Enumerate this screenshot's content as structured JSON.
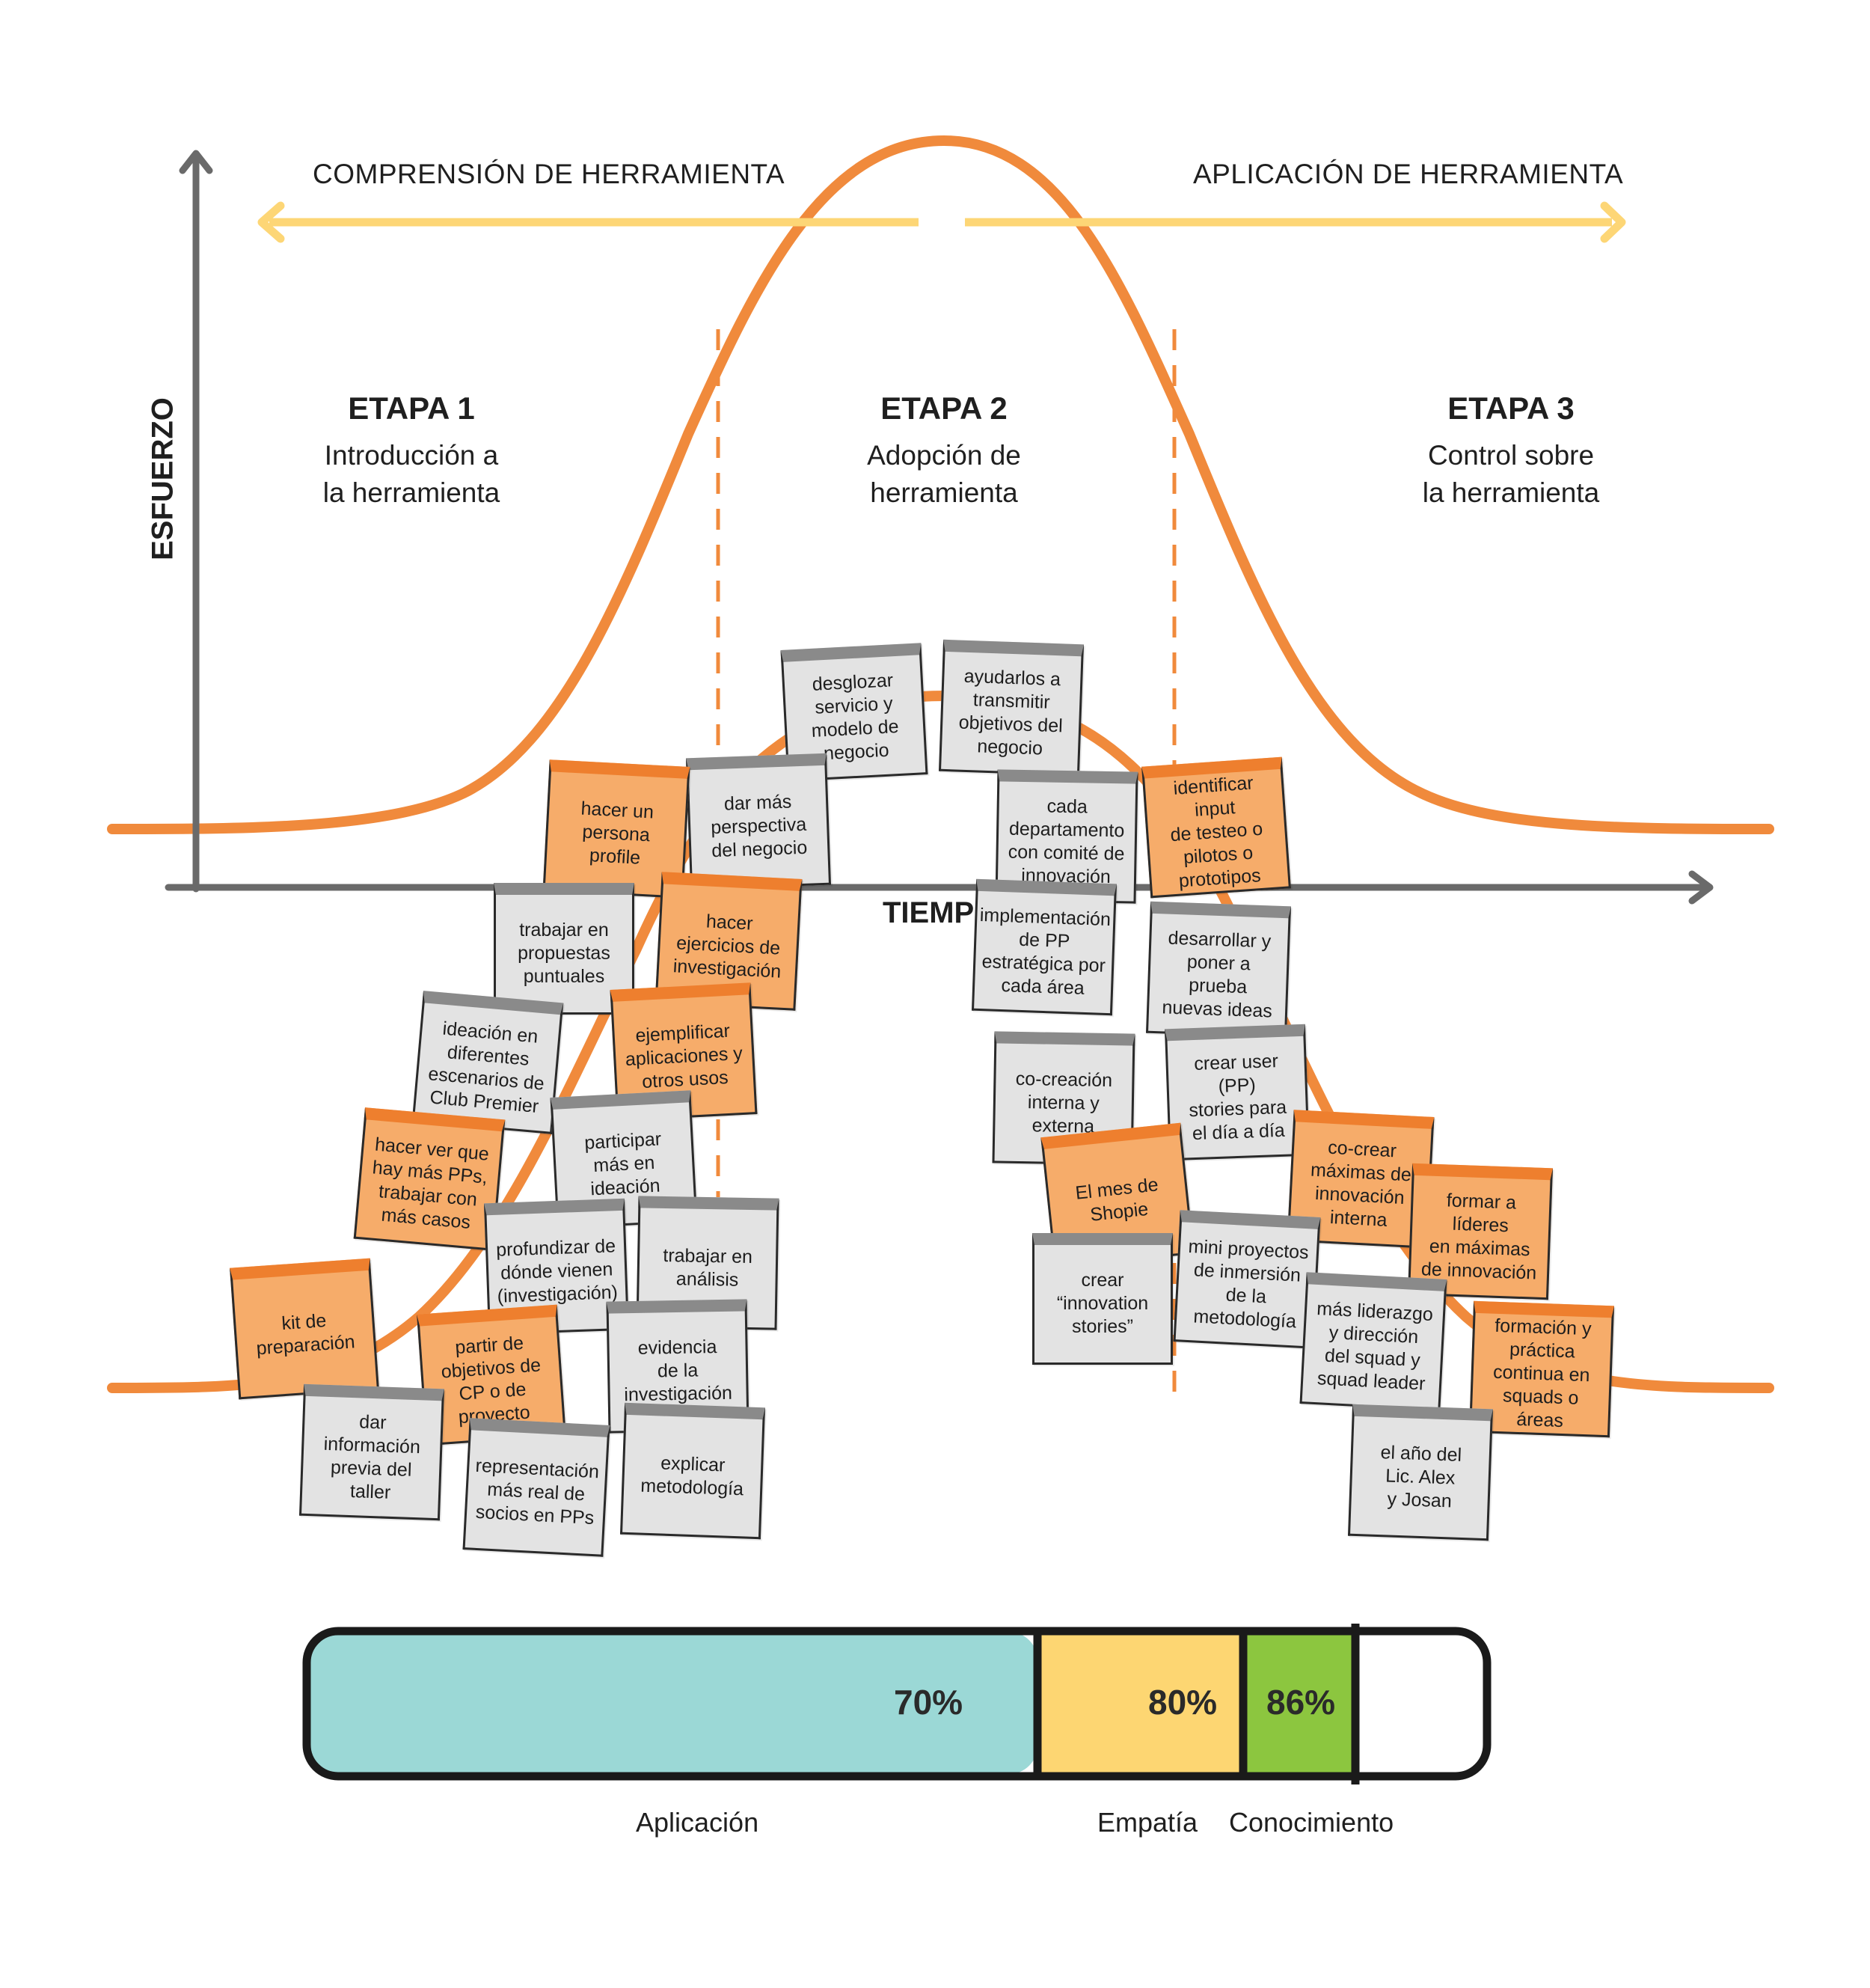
{
  "header": {
    "left_arrow_label": "COMPRENSIÓN DE HERRAMIENTA",
    "right_arrow_label": "APLICACIÓN DE HERRAMIENTA"
  },
  "axes": {
    "y_label": "ESFUERZO",
    "x_label": "TIEMPO"
  },
  "stages": [
    {
      "title": "ETAPA 1",
      "lines": [
        "Introducción a",
        "la herramienta"
      ]
    },
    {
      "title": "ETAPA 2",
      "lines": [
        "Adopción de",
        "herramienta"
      ]
    },
    {
      "title": "ETAPA 3",
      "lines": [
        "Control sobre",
        "la herramienta"
      ]
    }
  ],
  "notes": [
    {
      "lines": [
        "desglozar",
        "servicio y",
        "modelo de",
        "negocio"
      ],
      "color": "gray"
    },
    {
      "lines": [
        "ayudarlos a",
        "transmitir",
        "objetivos del",
        "negocio"
      ],
      "color": "gray"
    },
    {
      "lines": [
        "dar más",
        "perspectiva",
        "del negocio"
      ],
      "color": "gray"
    },
    {
      "lines": [
        "cada",
        "departamento",
        "con comité de",
        "innovación"
      ],
      "color": "gray"
    },
    {
      "lines": [
        "hacer un",
        "persona",
        "profile"
      ],
      "color": "orange"
    },
    {
      "lines": [
        "identificar input",
        "de testeo o",
        "pilotos o",
        "prototipos"
      ],
      "color": "orange"
    },
    {
      "lines": [
        "trabajar en",
        "propuestas",
        "puntuales"
      ],
      "color": "gray"
    },
    {
      "lines": [
        "hacer",
        "ejercicios de",
        "investigación"
      ],
      "color": "orange"
    },
    {
      "lines": [
        "implementación",
        "de PP",
        "estratégica por",
        "cada área"
      ],
      "color": "gray"
    },
    {
      "lines": [
        "desarrollar y",
        "poner a prueba",
        "nuevas ideas"
      ],
      "color": "gray"
    },
    {
      "lines": [
        "ideación en",
        "diferentes",
        "escenarios de",
        "Club Premier"
      ],
      "color": "gray"
    },
    {
      "lines": [
        "ejemplificar",
        "aplicaciones y",
        "otros usos"
      ],
      "color": "orange"
    },
    {
      "lines": [
        "co-creación",
        "interna y",
        "externa"
      ],
      "color": "gray"
    },
    {
      "lines": [
        "crear user (PP)",
        "stories para",
        "el día a día"
      ],
      "color": "gray"
    },
    {
      "lines": [
        "hacer ver que",
        "hay más PPs,",
        "trabajar con",
        "más casos"
      ],
      "color": "orange"
    },
    {
      "lines": [
        "participar",
        "más en",
        "ideación"
      ],
      "color": "gray"
    },
    {
      "lines": [
        "El mes de",
        "Shopie"
      ],
      "color": "orange"
    },
    {
      "lines": [
        "co-crear",
        "máximas de",
        "innovación",
        "interna"
      ],
      "color": "orange"
    },
    {
      "lines": [
        "formar a líderes",
        "en máximas",
        "de innovación"
      ],
      "color": "orange"
    },
    {
      "lines": [
        "profundizar de",
        "dónde vienen",
        "(investigación)"
      ],
      "color": "gray"
    },
    {
      "lines": [
        "trabajar en",
        "análisis"
      ],
      "color": "gray"
    },
    {
      "lines": [
        "crear",
        "“innovation",
        "stories”"
      ],
      "color": "gray"
    },
    {
      "lines": [
        "mini proyectos",
        "de inmersión",
        "de la",
        "metodología"
      ],
      "color": "gray"
    },
    {
      "lines": [
        "kit de",
        "preparación"
      ],
      "color": "orange"
    },
    {
      "lines": [
        "partir de",
        "objetivos de",
        "CP o de",
        "proyecto"
      ],
      "color": "orange"
    },
    {
      "lines": [
        "evidencia",
        "de la",
        "investigación"
      ],
      "color": "gray"
    },
    {
      "lines": [
        "más liderazgo",
        "y dirección",
        "del squad y",
        "squad leader"
      ],
      "color": "gray"
    },
    {
      "lines": [
        "formación y",
        "práctica",
        "continua en",
        "squads o áreas"
      ],
      "color": "orange"
    },
    {
      "lines": [
        "dar",
        "información",
        "previa del taller"
      ],
      "color": "gray"
    },
    {
      "lines": [
        "representación",
        "más real de",
        "socios en PPs"
      ],
      "color": "gray"
    },
    {
      "lines": [
        "explicar",
        "metodología"
      ],
      "color": "gray"
    },
    {
      "lines": [
        "el año del",
        "Lic. Alex",
        "y Josan"
      ],
      "color": "gray"
    }
  ],
  "progress_bar": {
    "segments": [
      {
        "label": "Aplicación",
        "value_label": "70%",
        "value": 70,
        "color": "#9bd8d6"
      },
      {
        "label": "Empatía",
        "value_label": "80%",
        "value": 80,
        "color": "#fdd672"
      },
      {
        "label": "Conocimiento",
        "value_label": "86%",
        "value": 86,
        "color": "#8cc63f"
      }
    ]
  },
  "colors": {
    "curve": "#f08a3c",
    "arrow": "#fdd676",
    "axis": "#6a6a6a",
    "note_gray": "#e3e3e3",
    "note_orange": "#f6ac6a"
  }
}
